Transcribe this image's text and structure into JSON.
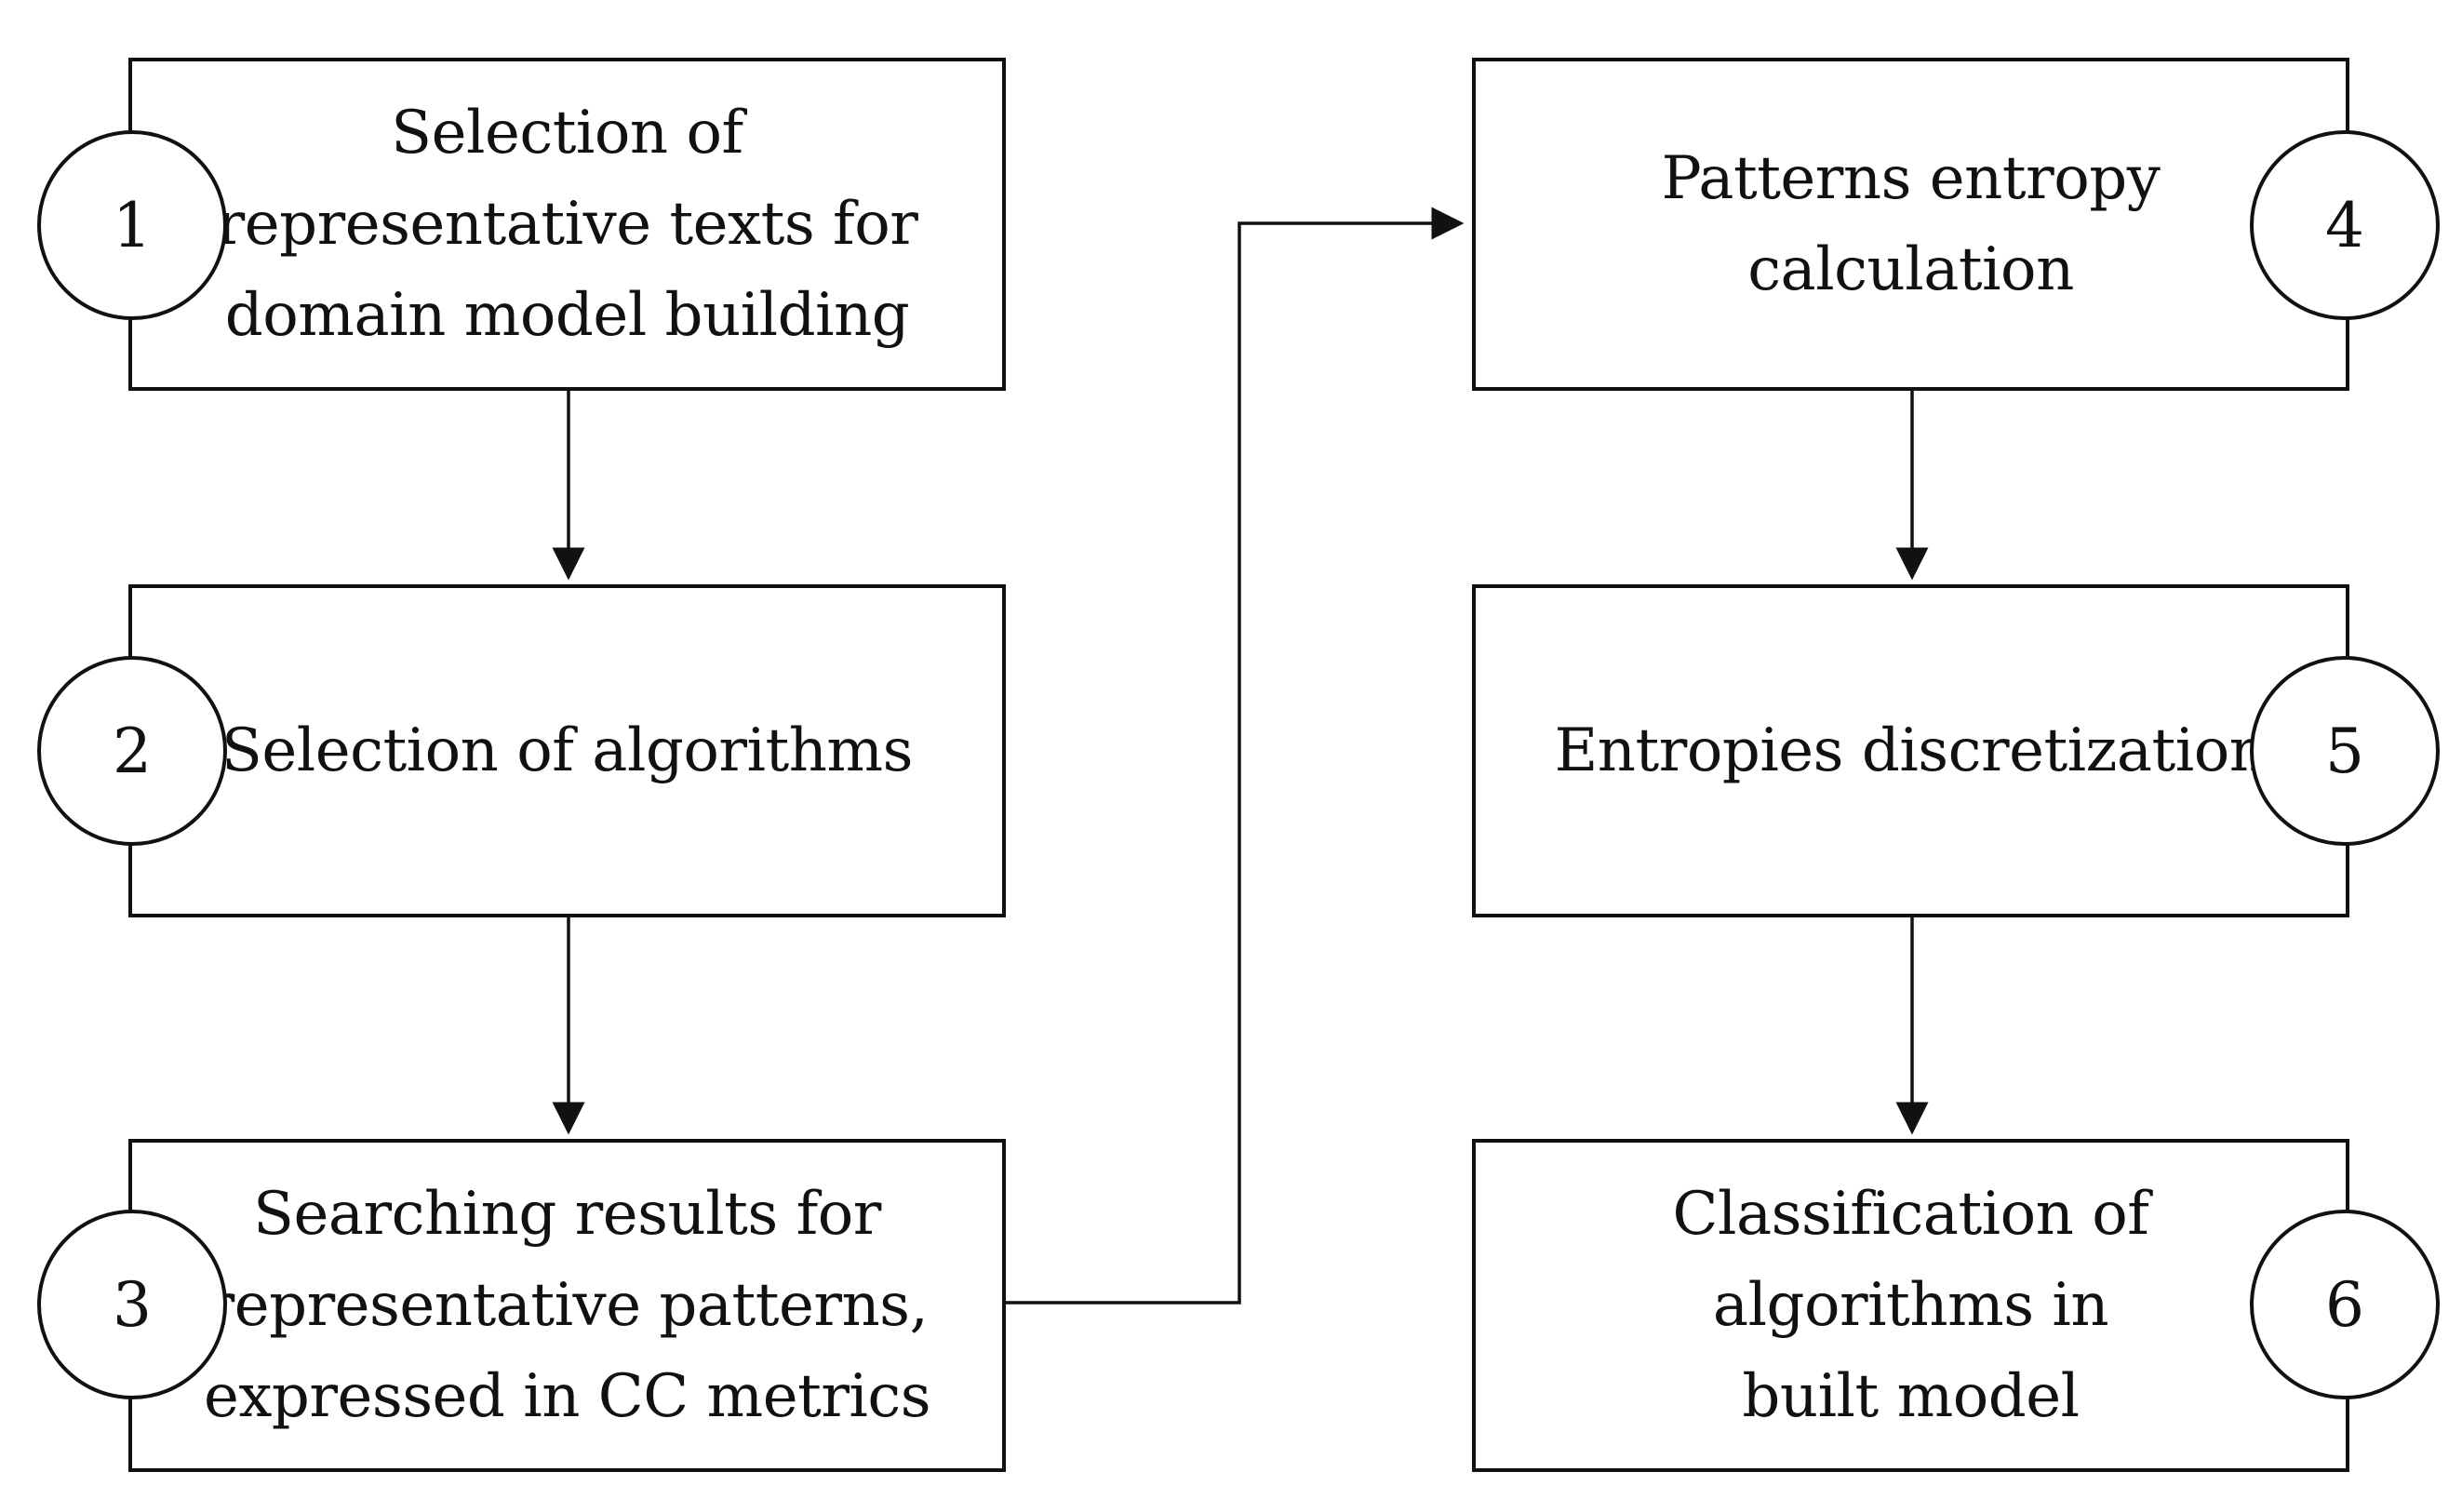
{
  "steps": [
    {
      "number": "1",
      "label": "Selection of\nrepresentative texts for\ndomain model building"
    },
    {
      "number": "2",
      "label": "Selection of algorithms"
    },
    {
      "number": "3",
      "label": "Searching results for\nrepresentative patterns,\nexpressed in CC metrics"
    },
    {
      "number": "4",
      "label": "Patterns entropy\ncalculation"
    },
    {
      "number": "5",
      "label": "Entropies discretization"
    },
    {
      "number": "6",
      "label": "Classification of\nalgorithms in\nbuilt model"
    }
  ],
  "colors": {
    "stroke": "#111111",
    "background": "#ffffff"
  }
}
